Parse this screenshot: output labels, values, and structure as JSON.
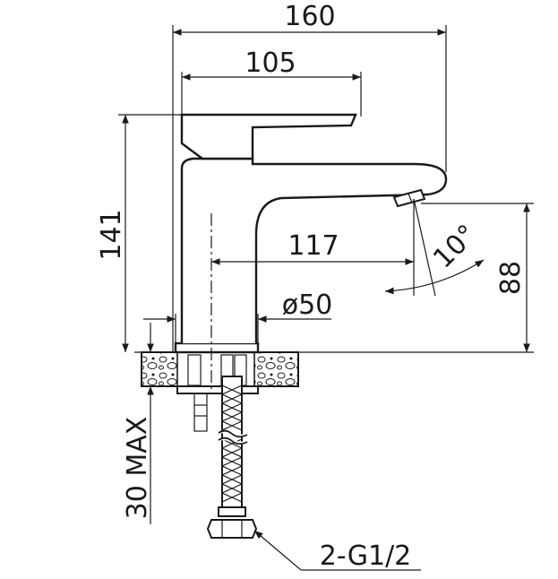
{
  "drawing": {
    "dim_total_length": "160",
    "dim_handle_length": "105",
    "dim_total_height": "141",
    "dim_reach": "117",
    "dim_base_diameter": "ø50",
    "dim_spout_height": "88",
    "dim_angle": "10°",
    "dim_max_thickness": "30 MAX",
    "dim_connection": "2-G1/2"
  }
}
